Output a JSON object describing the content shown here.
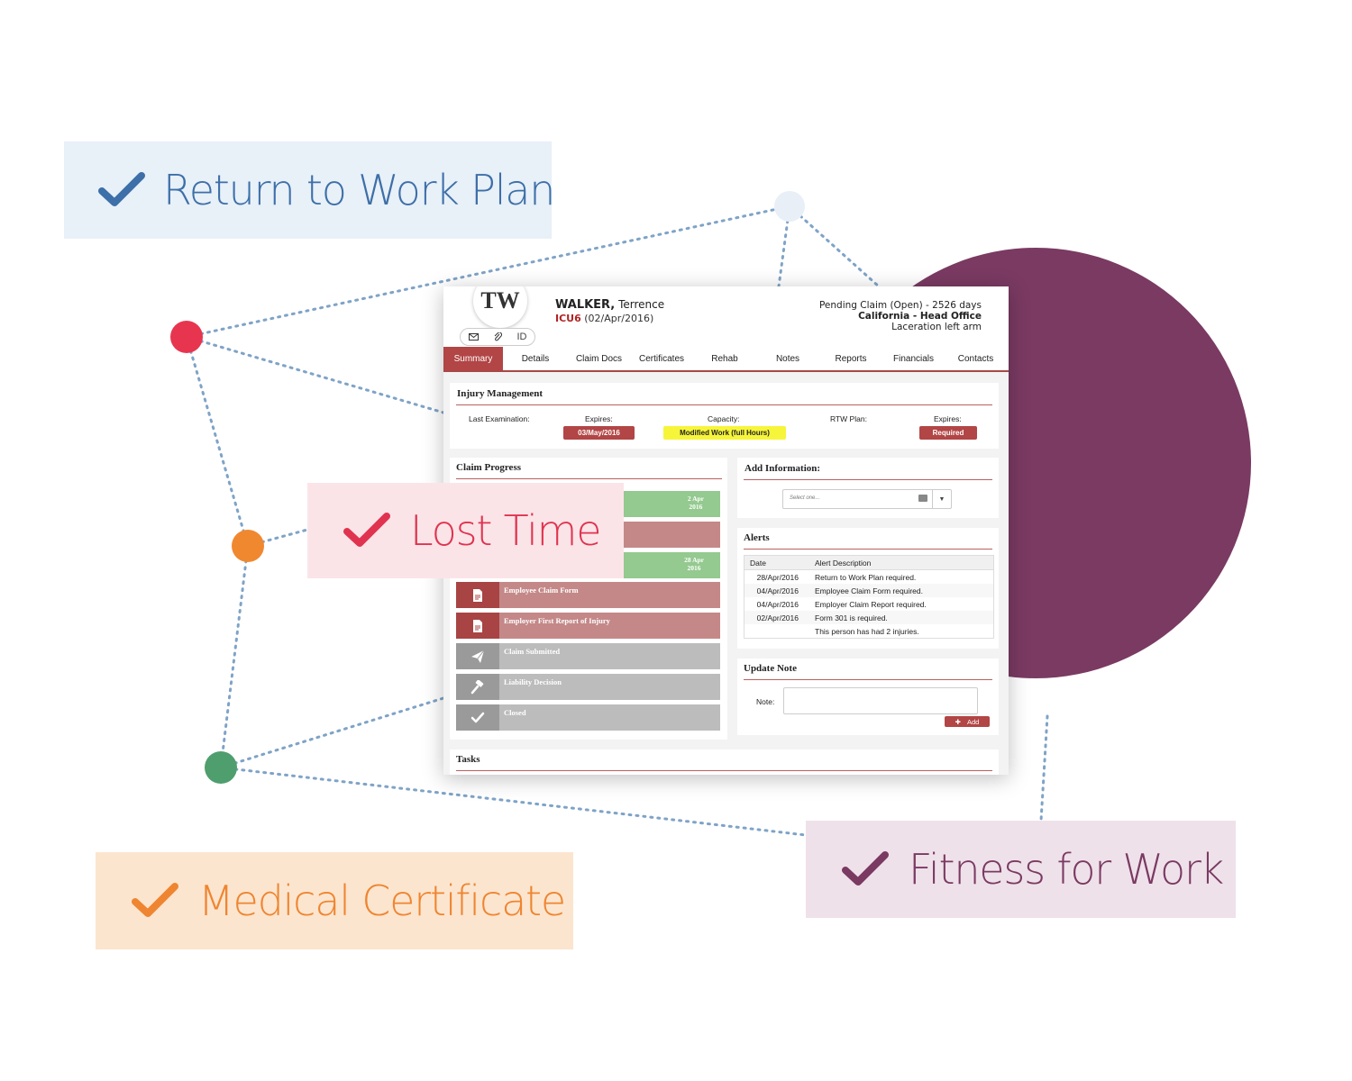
{
  "callouts": {
    "return_to_work": "Return to Work Plan",
    "lost_time": "Lost Time",
    "medical_certificate": "Medical Certificate",
    "fitness_for_work": "Fitness for Work"
  },
  "colors": {
    "rtw": "#3d6fa8",
    "lost": "#e0334f",
    "medical": "#ef8530",
    "fitness": "#7a3a62",
    "accent": "#b24545"
  },
  "patient": {
    "initials": "TW",
    "surname": "WALKER,",
    "given_name": "Terrence",
    "code": "ICU6",
    "code_date": "(02/Apr/2016)",
    "tool_id": "ID",
    "status_line1": "Pending Claim (Open) - 2526 days",
    "status_line2": "California - Head Office",
    "status_line3": "Laceration left arm"
  },
  "tabs": [
    "Summary",
    "Details",
    "Claim Docs",
    "Certificates",
    "Rehab",
    "Notes",
    "Reports",
    "Financials",
    "Contacts"
  ],
  "injury": {
    "title": "Injury Management",
    "last_exam_label": "Last Examination:",
    "expires_label": "Expires:",
    "expires_value": "03/May/2016",
    "capacity_label": "Capacity:",
    "capacity_value": "Modified Work (full Hours)",
    "rtw_label": "RTW Plan:",
    "rtw_expires_label": "Expires:",
    "rtw_value": "Required"
  },
  "claim_progress": {
    "title": "Claim Progress",
    "date1_line1": "2 Apr",
    "date1_line2": "2016",
    "date2_line1": "28 Apr",
    "date2_line2": "2016",
    "items": [
      "Employee Claim Form",
      "Employer First Report of Injury",
      "Claim Submitted",
      "Liability Decision",
      "Closed"
    ]
  },
  "add_info": {
    "title": "Add Information:",
    "placeholder": "Select one..."
  },
  "alerts": {
    "title": "Alerts",
    "col_date": "Date",
    "col_desc": "Alert Description",
    "rows": [
      {
        "date": "28/Apr/2016",
        "desc": "Return to Work Plan required."
      },
      {
        "date": "04/Apr/2016",
        "desc": "Employee Claim Form required."
      },
      {
        "date": "04/Apr/2016",
        "desc": "Employer Claim Report required."
      },
      {
        "date": "02/Apr/2016",
        "desc": "Form 301 is required."
      },
      {
        "date": "",
        "desc": "This person has had 2 injuries."
      }
    ]
  },
  "update_note": {
    "title": "Update Note",
    "note_label": "Note:",
    "add_label": "Add"
  },
  "tasks": {
    "title": "Tasks"
  }
}
